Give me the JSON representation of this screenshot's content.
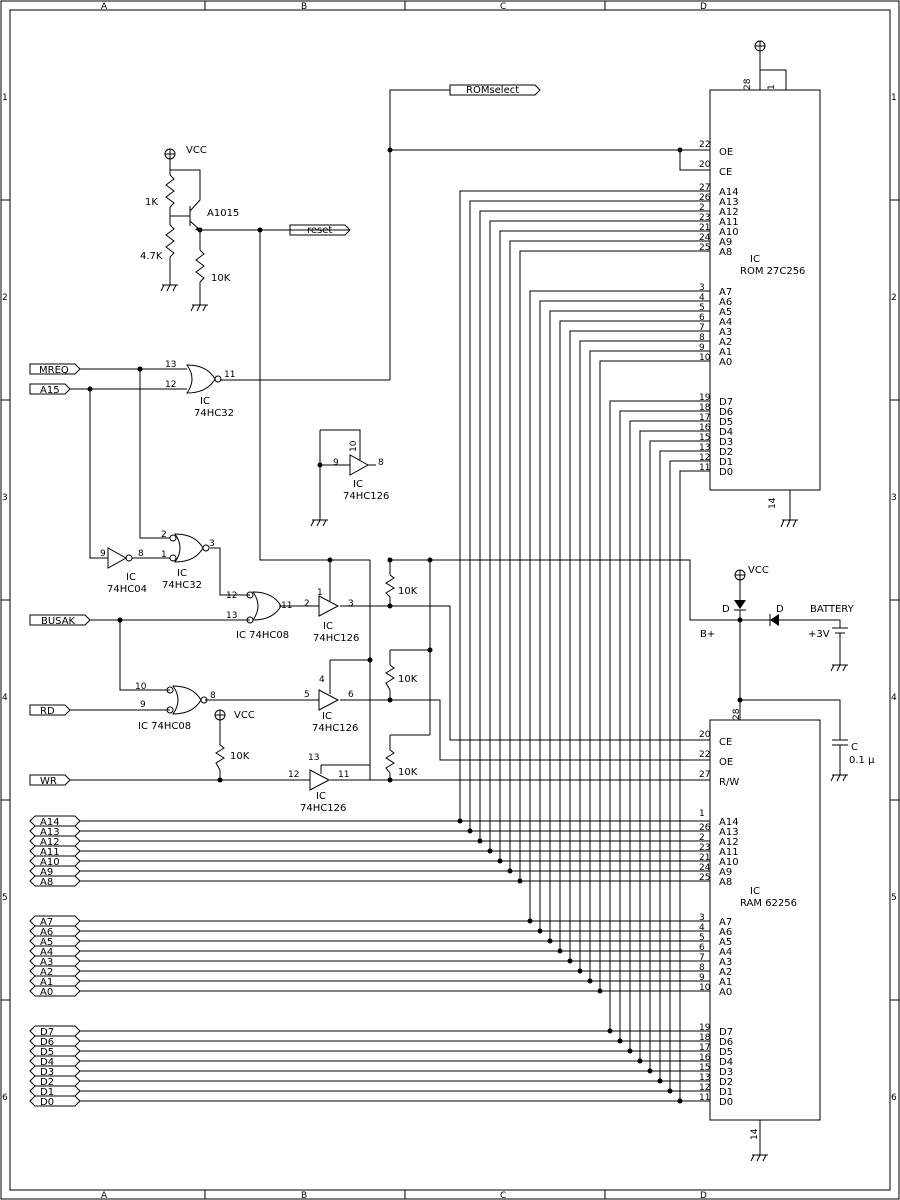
{
  "border": {
    "columns": [
      "A",
      "B",
      "C",
      "D"
    ],
    "rows": [
      "1",
      "2",
      "3",
      "4",
      "5",
      "6"
    ]
  },
  "ports": {
    "romselect": "ROMselect",
    "reset": "reset",
    "mreq": "MREQ",
    "a15": "A15",
    "busak": "BUSAK",
    "rd": "RD",
    "wr": "WR",
    "addr_hi": [
      "A14",
      "A13",
      "A12",
      "A11",
      "A10",
      "A9",
      "A8"
    ],
    "addr_lo": [
      "A7",
      "A6",
      "A5",
      "A4",
      "A3",
      "A2",
      "A1",
      "A0"
    ],
    "data": [
      "D7",
      "D6",
      "D5",
      "D4",
      "D3",
      "D2",
      "D1",
      "D0"
    ]
  },
  "rom": {
    "ic": "IC",
    "name": "ROM 27C256",
    "ctrl_labels": [
      "OE",
      "CE"
    ],
    "ctrl_pins": [
      "22",
      "20"
    ],
    "addr_hi_pins": [
      "27",
      "26",
      "2",
      "23",
      "21",
      "24",
      "25"
    ],
    "addr_lo_pins": [
      "3",
      "4",
      "5",
      "6",
      "7",
      "8",
      "9",
      "10"
    ],
    "data_pins": [
      "19",
      "18",
      "17",
      "16",
      "15",
      "13",
      "12",
      "11"
    ],
    "vcc_pins": [
      "28",
      "1"
    ],
    "gnd_pin": "14"
  },
  "ram": {
    "ic": "IC",
    "name": "RAM 62256",
    "ctrl_labels": [
      "CE",
      "OE",
      "R/W"
    ],
    "ctrl_pins": [
      "20",
      "22",
      "27"
    ],
    "a14_pin": "1",
    "addr_hi_pins": [
      "26",
      "2",
      "23",
      "21",
      "24",
      "25"
    ],
    "addr_lo_pins": [
      "3",
      "4",
      "5",
      "6",
      "7",
      "8",
      "9",
      "10"
    ],
    "data_pins": [
      "19",
      "18",
      "17",
      "16",
      "15",
      "13",
      "12",
      "11"
    ],
    "vcc_pin": "28",
    "gnd_pin": "14"
  },
  "parts": {
    "vcc": "VCC",
    "r1k": "1K",
    "r4k7": "4.7K",
    "r10k": "10K",
    "transistor": "A1015",
    "ic": "IC",
    "ic_74hc32": "74HC32",
    "ic_74hc04": "74HC04",
    "ic_74hc126": "74HC126",
    "ic_74hc08_full": "IC 74HC08",
    "diode": "D",
    "battery": "BATTERY",
    "batt_volt": "+3V",
    "bplus": "B+",
    "cap": "C",
    "cap_val": "0.1 μ"
  },
  "pins": {
    "or_mreq_in1": "13",
    "or_mreq_in2": "12",
    "or_mreq_out": "11",
    "buf_top_in": "9",
    "buf_top_en": "10",
    "buf_top_out": "8",
    "inv_in": "9",
    "inv_out": "8",
    "or2_in1": "2",
    "or2_in2": "1",
    "or2_out": "3",
    "and1_in1": "12",
    "and1_in2": "13",
    "and1_out": "11",
    "buf1_in": "2",
    "buf1_en": "1",
    "buf1_out": "3",
    "and2_in1": "10",
    "and2_in2": "9",
    "and2_out": "8",
    "buf2_in": "5",
    "buf2_en": "4",
    "buf2_out": "6",
    "buf3_in": "12",
    "buf3_en": "13",
    "buf3_out": "11"
  }
}
